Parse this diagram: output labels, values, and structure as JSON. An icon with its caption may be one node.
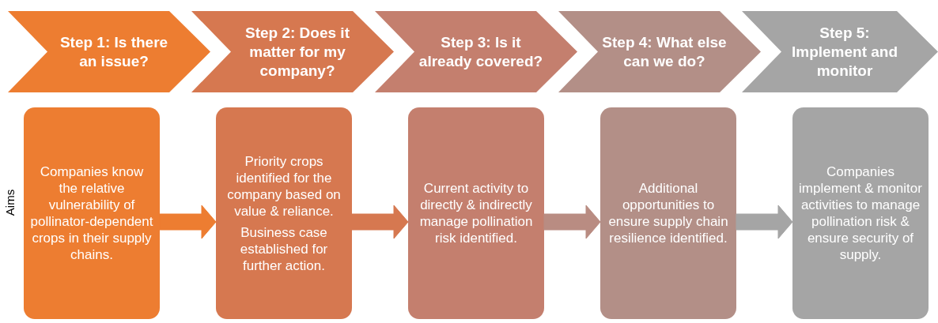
{
  "diagram": {
    "nodes": [
      {
        "text": [
          "Step 1: Is there an issue?"
        ]
      },
      {
        "text": [
          "Step 2:  Does it matter for my company?"
        ]
      },
      {
        "text": [
          "Step 3: Is it already covered?"
        ]
      },
      {
        "text": [
          "Step 4: What else can we do?"
        ]
      },
      {
        "text": [
          "Step 5: Implement and monitor"
        ]
      },
      {
        "text": [
          "Companies know the relative vulnerability of pollinator-dependent crops in their supply chains."
        ]
      },
      {
        "text": [
          "Priority crops identified  for the company based on value & reliance.",
          "Business case established for further action."
        ]
      },
      {
        "text": [
          "Current activity to directly & indirectly manage pollination risk identified."
        ]
      },
      {
        "text": [
          "Additional opportunities to ensure supply chain resilience identified."
        ]
      },
      {
        "text": [
          "Companies implement & monitor activities to manage pollination risk & ensure security of supply."
        ]
      }
    ],
    "edges": [
      {
        "from": 5,
        "to": 6,
        "arrow": "to",
        "style": "thick",
        "color": "#ed7d31"
      },
      {
        "from": 6,
        "to": 7,
        "arrow": "to",
        "style": "thick",
        "color": "#d67850"
      },
      {
        "from": 7,
        "to": 8,
        "arrow": "to",
        "style": "thick",
        "color": "#b98c82"
      },
      {
        "from": 8,
        "to": 9,
        "arrow": "to",
        "style": "thick",
        "color": "#a5a5a5"
      }
    ],
    "labels": [
      "Aims"
    ]
  }
}
